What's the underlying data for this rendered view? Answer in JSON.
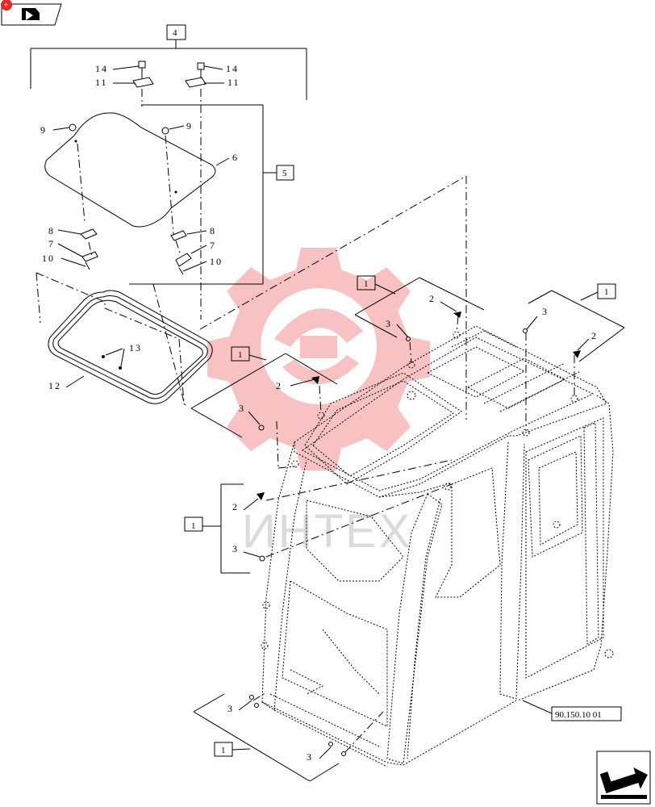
{
  "watermark": {
    "text": "ИНТЕХ",
    "color": "#e8282b"
  },
  "callouts": {
    "c4": "4",
    "c5": "5",
    "c1_top": "1",
    "c1_right": "1",
    "c1_left": "1",
    "c1_mid": "1",
    "c1_bottom": "1"
  },
  "reference": "90.150.10 01",
  "labels": {
    "l14a": "14",
    "l11a": "11",
    "l14b": "14",
    "l11b": "11",
    "l9a": "9",
    "l9b": "9",
    "l6": "6",
    "l8a": "8",
    "l7a": "7",
    "l10a": "10",
    "l8b": "8",
    "l7b": "7",
    "l10b": "10",
    "l13": "13",
    "l12": "12",
    "l2a": "2",
    "l3a": "3",
    "l3b": "3",
    "l2b": "2",
    "l2c": "2",
    "l3c": "3",
    "l2d": "2",
    "l3d": "3",
    "l3e": "3",
    "l3f": "3"
  },
  "icons": {
    "top_left": "prev-page-icon",
    "bottom_right": "next-page-icon"
  }
}
